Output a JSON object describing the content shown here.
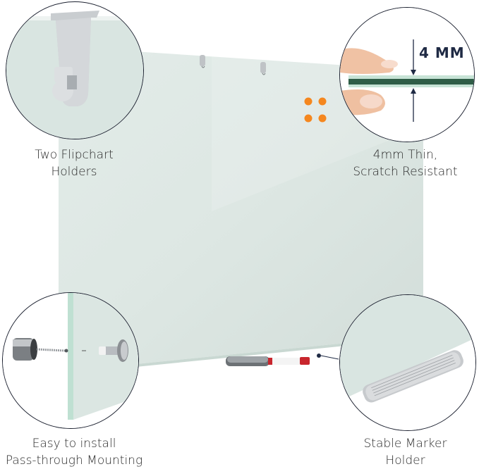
{
  "product": {
    "type": "glass whiteboard",
    "board_color": "#dbe6e2",
    "magnet_color": "#f5871f",
    "magnet_count": 4
  },
  "features": [
    {
      "id": "flipchart",
      "lines": [
        "Two Flipchart",
        "Holders"
      ],
      "icon": "flipchart-hook-icon"
    },
    {
      "id": "thickness",
      "lines": [
        "4mm Thin,",
        "Scratch Resistant"
      ],
      "icon": "glass-thickness-icon",
      "measure_label": "4 MM"
    },
    {
      "id": "mounting",
      "lines": [
        "Easy to install",
        "Pass-through Mounting"
      ],
      "icon": "standoff-mount-icon"
    },
    {
      "id": "marker-tray",
      "lines": [
        "Stable Marker",
        "Holder"
      ],
      "icon": "marker-tray-icon"
    }
  ],
  "colors": {
    "circle_border": "#1a1f2e",
    "glass_edge": "#2f5d47",
    "measure_text": "#1f2a44",
    "marker_red": "#c8262d"
  }
}
